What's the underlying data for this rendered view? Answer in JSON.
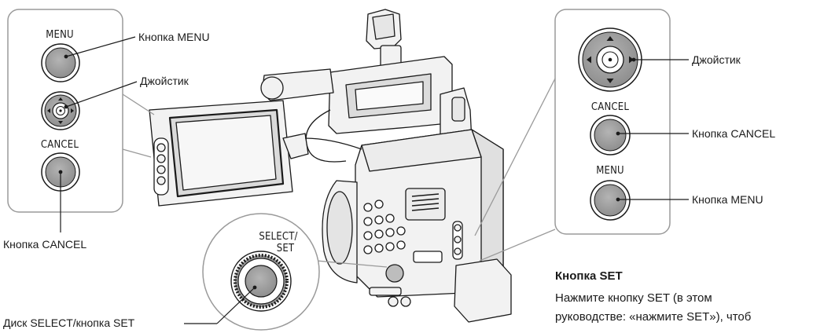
{
  "left_panel": {
    "menu_caption": "MENU",
    "cancel_caption": "CANCEL",
    "menu_label": "Кнопка MENU",
    "joystick_label": "Джойстик",
    "cancel_label": "Кнопка CANCEL"
  },
  "right_panel": {
    "cancel_caption": "CANCEL",
    "menu_caption": "MENU",
    "joystick_label": "Джойстик",
    "cancel_label": "Кнопка CANCEL",
    "menu_label": "Кнопка MENU"
  },
  "dial": {
    "caption_line1": "SELECT/",
    "caption_line2": "SET",
    "label": "Диск SELECT/кнопка SET"
  },
  "set_section": {
    "heading": "Кнопка SET",
    "line1": "Нажмите кнопку SET (в этом",
    "line2": "руководстве: «нажмите SET»), чтоб"
  },
  "colors": {
    "button_fill": "#a3a3a3",
    "panel_border": "#9a9a9a",
    "outline": "#1a1a1a"
  }
}
